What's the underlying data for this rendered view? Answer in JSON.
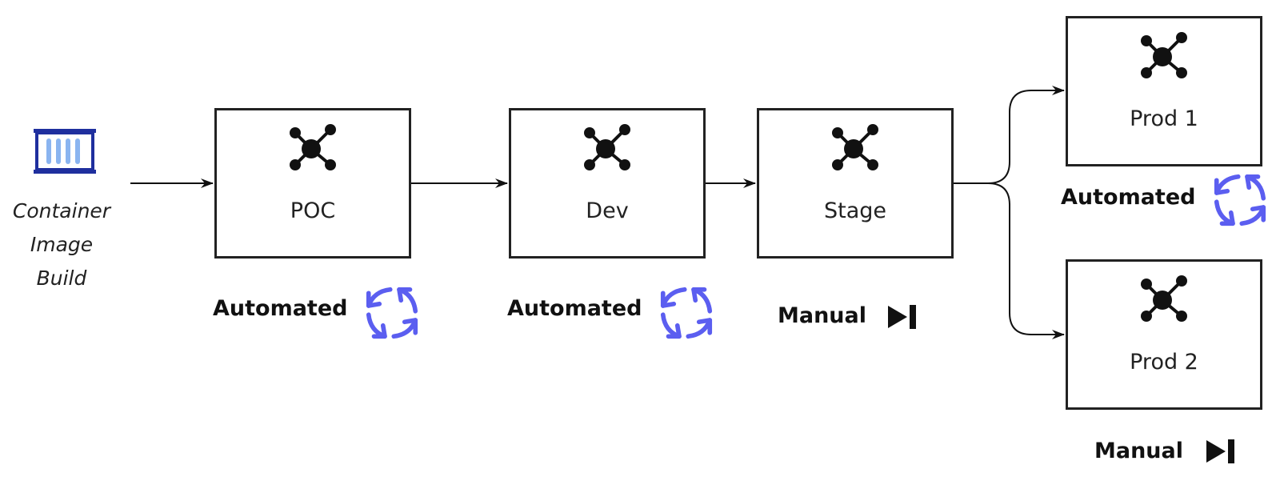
{
  "source": {
    "lines": [
      "Container",
      "Image",
      "Build"
    ],
    "icon": "shipping-container-icon",
    "icon_color": "#1f2f9e",
    "stripe_color": "#8ab4f0"
  },
  "stages": [
    {
      "label": "POC",
      "mode": "Automated",
      "mode_icon": "sync-icon"
    },
    {
      "label": "Dev",
      "mode": "Automated",
      "mode_icon": "sync-icon"
    },
    {
      "label": "Stage",
      "mode": "Manual",
      "mode_icon": "play-pause-icon"
    },
    {
      "label": "Prod 1",
      "mode": "Automated",
      "mode_icon": "sync-icon"
    },
    {
      "label": "Prod 2",
      "mode": "Manual",
      "mode_icon": "play-pause-icon"
    }
  ],
  "colors": {
    "accent": "#5b5ef0",
    "stroke": "#222222",
    "node": "#111111"
  }
}
